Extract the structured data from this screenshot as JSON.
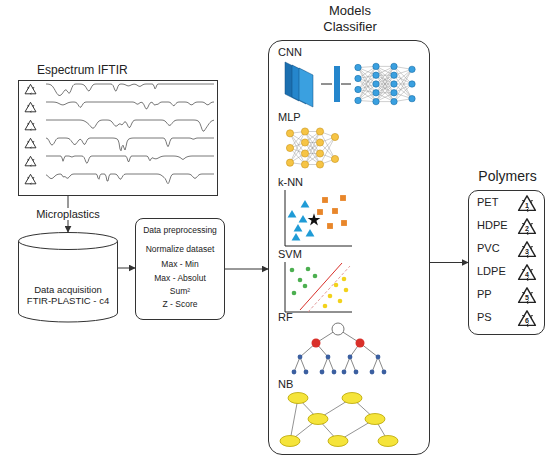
{
  "diagram": {
    "nodes": [
      {
        "text": [
          "Espectrum IFTIR"
        ]
      },
      {
        "text": [
          "Data acquisition FTIR-PLASTIC - c4"
        ]
      },
      {
        "text": [
          "Data preprocessing",
          "Normalize dataset",
          "Max - Min",
          "Max - Absolut",
          "Sum²",
          "Z - Score"
        ]
      },
      {
        "text": [
          "Models Classifier"
        ]
      },
      {
        "text": [
          "Polymers"
        ]
      }
    ],
    "edges": [
      {
        "from": 0,
        "to": 1,
        "label": "Microplastics",
        "arrow": "to"
      },
      {
        "from": 1,
        "to": 2,
        "arrow": "to"
      },
      {
        "from": 2,
        "to": 3,
        "arrow": "to"
      },
      {
        "from": 3,
        "to": 4,
        "arrow": "to"
      }
    ],
    "labels": [
      "CNN",
      "MLP",
      "k-NN",
      "SVM",
      "RF",
      "NB",
      "PET",
      "HDPE",
      "PVC",
      "LDPE",
      "PP",
      "PS",
      "1",
      "2",
      "3",
      "4",
      "5",
      "6"
    ]
  }
}
